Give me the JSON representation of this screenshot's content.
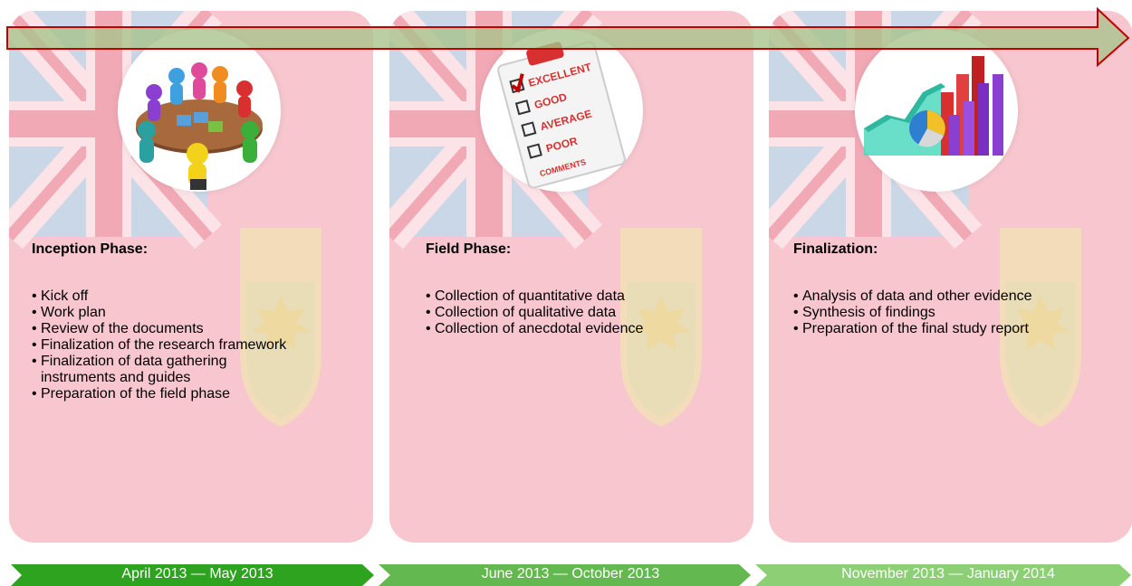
{
  "colors": {
    "panel_pink": "#f7c6cf",
    "flag_blue": "#c9d7e6",
    "flag_white": "#fbe3e7",
    "flag_red": "#f1a9b6",
    "arrow_fill": "#a9c38c",
    "arrow_border": "#c00000",
    "timeline_1": "#2ea31f",
    "timeline_2": "#63b84f",
    "timeline_3": "#8ccf74"
  },
  "phases": [
    {
      "heading": "Inception Phase:",
      "image": "team-meeting-puzzle-icon",
      "bullets": [
        "Kick off",
        "Work plan",
        "Review of the documents",
        "Finalization of the research framework",
        "Finalization of data gathering instruments and guides",
        "Preparation of the field phase"
      ]
    },
    {
      "heading": "Field Phase:",
      "image": "survey-clipboard-icon",
      "clipboard": [
        "EXCELLENT",
        "GOOD",
        "AVERAGE",
        "POOR",
        "COMMENTS"
      ],
      "bullets": [
        "Collection of quantitative data",
        "Collection of qualitative data",
        "Collection of anecdotal evidence"
      ]
    },
    {
      "heading": "Finalization:",
      "image": "3d-charts-icon",
      "bullets": [
        "Analysis of data and other evidence",
        "Synthesis of findings",
        "Preparation of the final study report"
      ]
    }
  ],
  "timeline": [
    "April 2013 — May 2013",
    "June 2013 — October 2013",
    "November 2013 — January 2014"
  ]
}
